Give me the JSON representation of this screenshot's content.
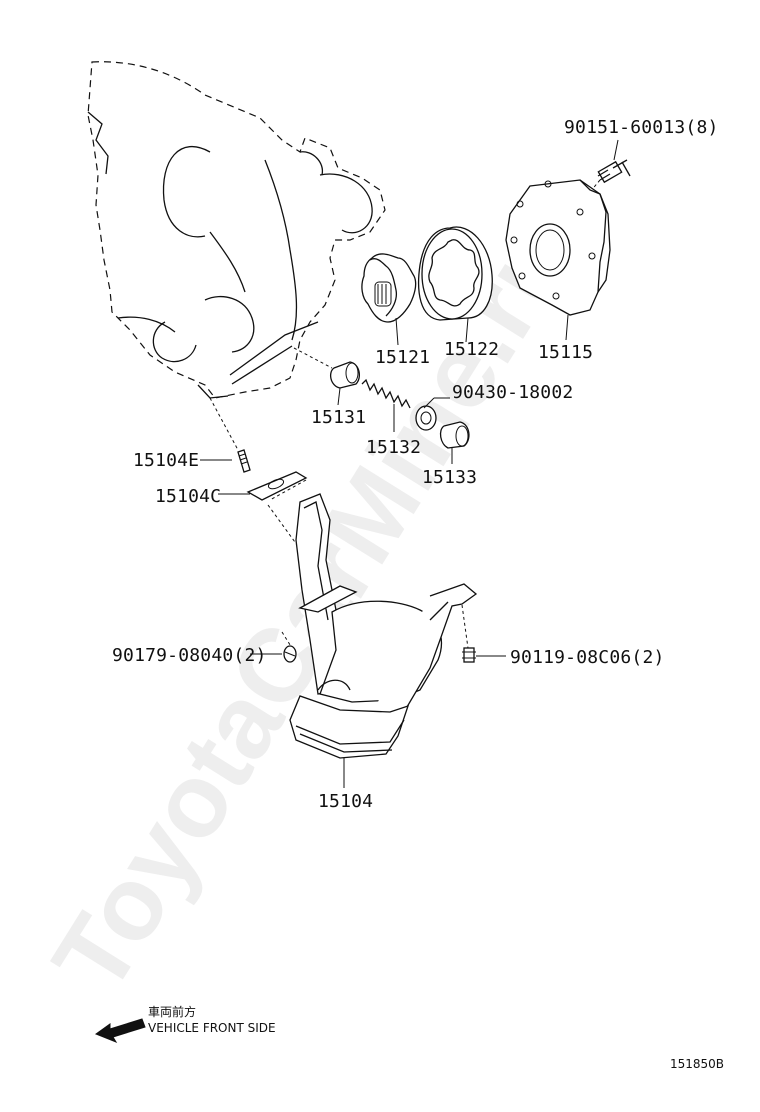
{
  "watermark": "ToyotaCarMine.ru",
  "parts": {
    "p90151": "90151-60013(8)",
    "p15121": "15121",
    "p15122": "15122",
    "p15115": "15115",
    "p90430": "90430-18002",
    "p15131": "15131",
    "p15132": "15132",
    "p15133": "15133",
    "p15104E": "15104E",
    "p15104C": "15104C",
    "p90179": "90179-08040(2)",
    "p90119": "90119-08C06(2)",
    "p15104": "15104"
  },
  "direction": {
    "japanese": "車両前方",
    "english": "VEHICLE FRONT SIDE"
  },
  "diagram_id": "151850B"
}
